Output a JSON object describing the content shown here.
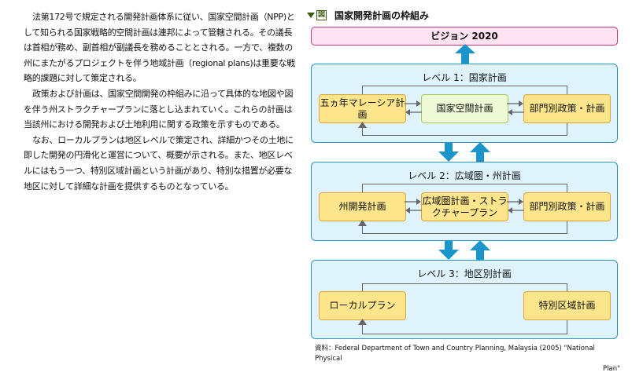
{
  "body_text": {
    "paragraphs": [
      "法第172号で規定される開発計画体系に従い、国家空間計画（NPP)として知られる国家戦略的空間計画は連邦によって管轄される。その議長は首相が務め、副首相が副議長を務めることとされる。一方で、複数の州にまたがるプロジェクトを伴う地域計画（regional plans)は重要な戦略的課題に対して策定される。",
      "政策および計画は、国家空間開発の枠組みに沿って具体的な地図や図を伴う州ストラクチャープランに落とし込まれていく。これらの計画は当該州における開発および土地利用に関する政策を示すものである。",
      "なお、ローカルプランは地区レベルで策定され、詳細かつその土地に即した開発の円滑化と運営について、概要が示される。また、地区レベルにはもう一つ、特別区域計画という計画があり、特別な措置が必要な地区に対して詳細な計画を提供するものとなっている。"
    ]
  },
  "figure": {
    "label": "図",
    "title": "国家開発計画の枠組み",
    "vision": "ビジョン 2020",
    "levels": [
      {
        "title": "レベル 1：国家計画",
        "left": "五ヵ年マレーシア計画",
        "center": "国家空間計画",
        "right": "部門別政策・計画"
      },
      {
        "title": "レベル 2：広域圏・州計画",
        "left": "州開発計画",
        "center": "広域圏計画・ストラクチャープラン",
        "right": "部門別政策・計画"
      },
      {
        "title": "レベル 3：地区別計画",
        "left": "ローカルプラン",
        "right": "特別区域計画"
      }
    ],
    "source_line1": "資料：Federal Department of Town and Country Planning, Malaysia (2005) \"National Physical",
    "source_line2": "Plan\""
  },
  "colors": {
    "vision_fill": "#fde3f2",
    "vision_border": "#c4367e",
    "level_fill": "#def3fc",
    "level_border": "#2a97bf",
    "box_fill": "#fde58c",
    "box_border": "#e3a33b",
    "center_box_fill": "#effbd6",
    "arrow_blue": "#1a96cc",
    "title_green": "#3a5a10"
  }
}
